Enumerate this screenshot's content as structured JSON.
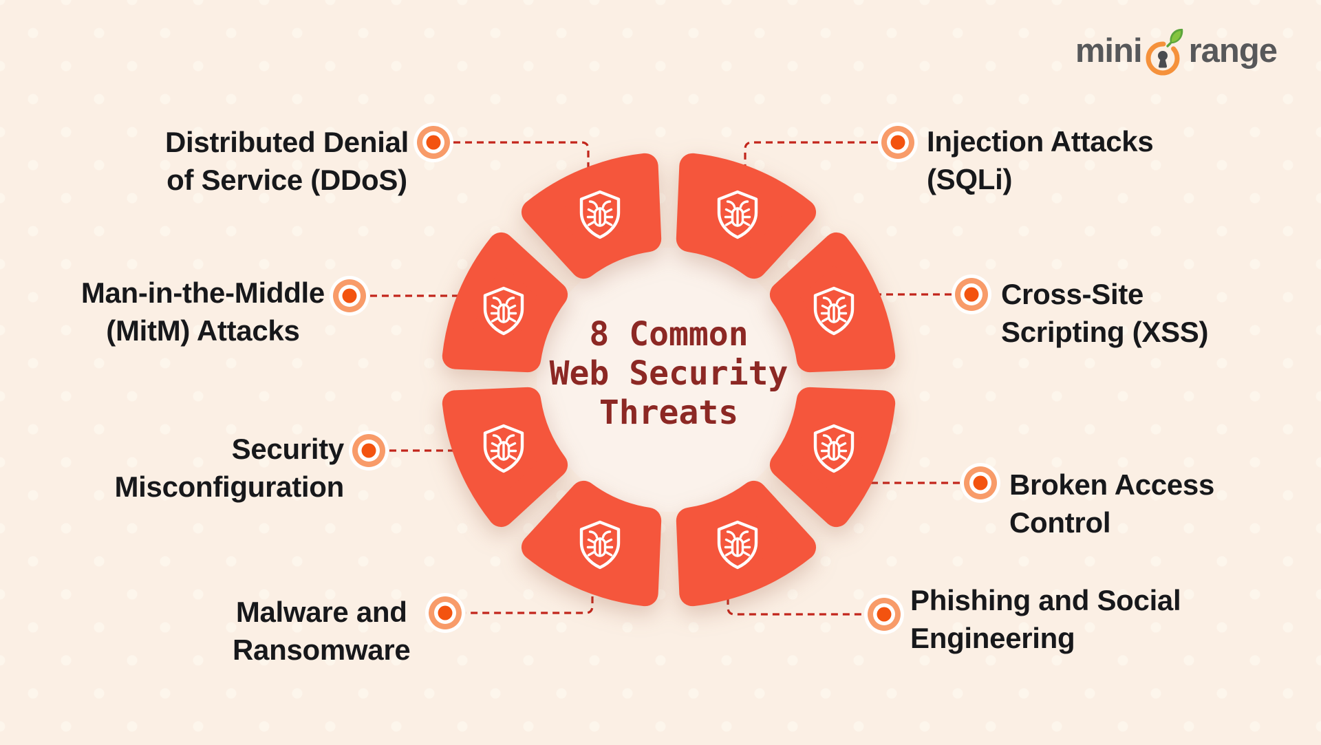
{
  "page": {
    "background_color": "#FBEFE4",
    "title_lines": [
      "8 Common",
      "Web Security",
      "Threats"
    ],
    "title_color": "#8C2824",
    "label_text_color": "#17181B"
  },
  "logo": {
    "prefix": "mini",
    "suffix": "range",
    "text_color": "#57585A",
    "ring_color": "#F5913B",
    "leaf_color": "#5CA53C",
    "keyhole_color": "#4A4B4E"
  },
  "wheel": {
    "segment_count": "8",
    "segment_color": "#F5563C",
    "segment_icon": "shield-bug-icon",
    "inner_disk_color": "#FBF2EB"
  },
  "connector": {
    "line_color": "#C2251B",
    "line_style": "dashed",
    "marker_ring_color": "#F89B69",
    "marker_dot_color": "#F3530F",
    "marker_white": "#FFFFFF"
  },
  "threats": [
    {
      "id": "ddos",
      "label_lines": [
        "Distributed Denial",
        "of Service (DDoS)"
      ]
    },
    {
      "id": "injection",
      "label_lines": [
        "Injection Attacks",
        "(SQLi)"
      ]
    },
    {
      "id": "mitm",
      "label_lines": [
        "Man-in-the-Middle",
        "(MitM) Attacks"
      ]
    },
    {
      "id": "xss",
      "label_lines": [
        "Cross-Site",
        "Scripting (XSS)"
      ]
    },
    {
      "id": "misconfig",
      "label_lines": [
        "Security",
        "Misconfiguration"
      ]
    },
    {
      "id": "broken-access",
      "label_lines": [
        "Broken Access",
        "Control"
      ]
    },
    {
      "id": "malware",
      "label_lines": [
        "Malware and",
        "Ransomware"
      ]
    },
    {
      "id": "phishing",
      "label_lines": [
        "Phishing and Social",
        "Engineering"
      ]
    }
  ]
}
